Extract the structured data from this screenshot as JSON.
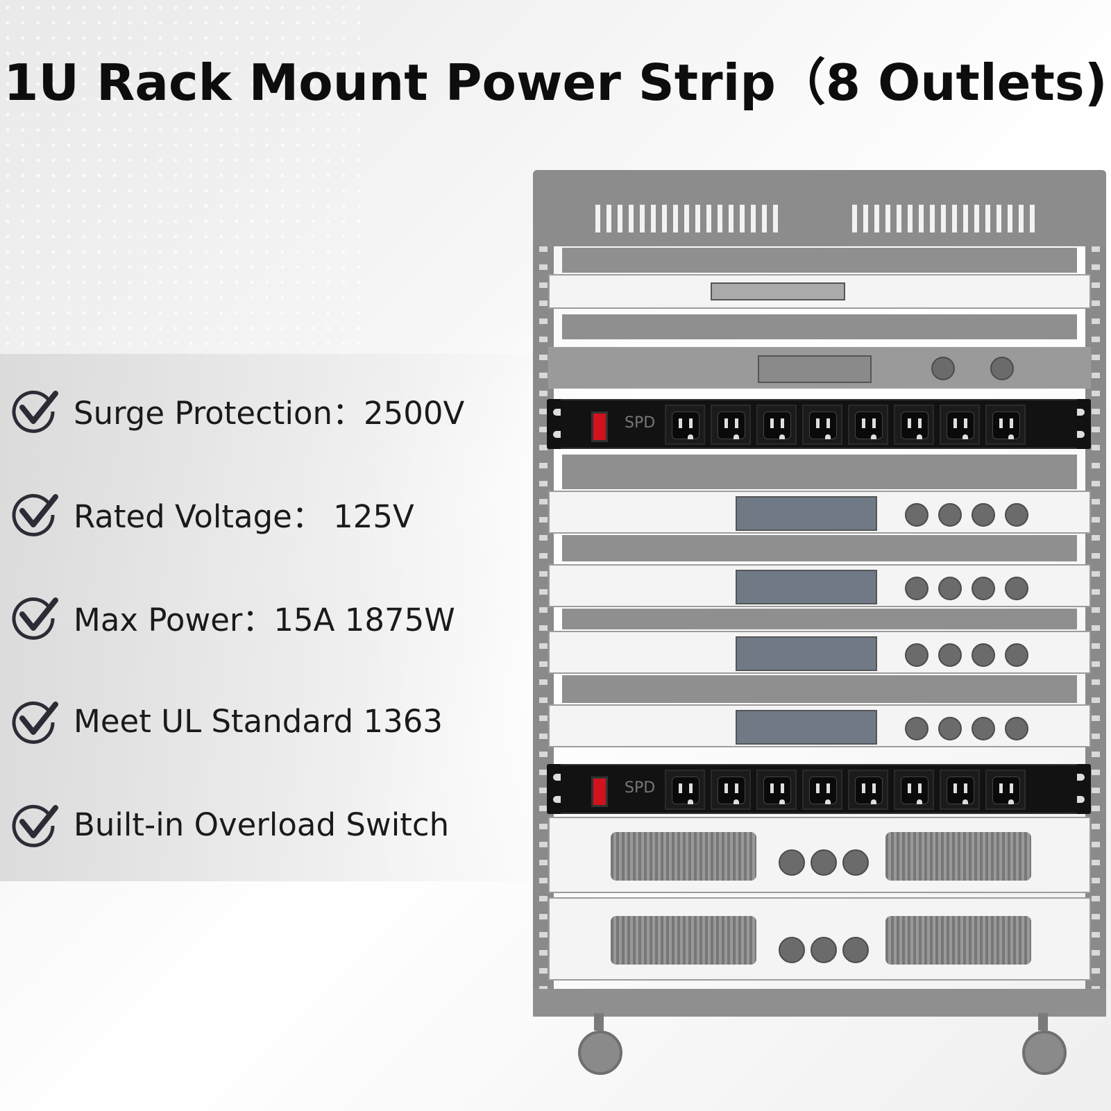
{
  "title": "1U Rack Mount Power Strip（8 Outlets)",
  "features": [
    "Surge Protection：2500V",
    "Rated Voltage： 125V",
    "Max Power：15A 1875W",
    "Meet UL Standard 1363",
    "Built-in Overload Switch"
  ],
  "product_label": "SPD",
  "outlet_count": 8,
  "colors": {
    "title": "#0d0d0d",
    "switch": "#d2121c",
    "strip": "#121212"
  }
}
